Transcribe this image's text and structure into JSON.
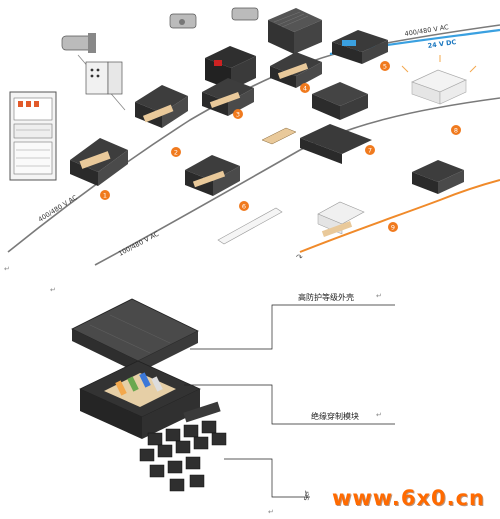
{
  "top_diagram": {
    "cable_labels": {
      "ac_main": "400/480 V AC",
      "ac_lower": "100/480 V AC",
      "ac_upper": "400/480 V AC",
      "dc": "24 V DC"
    },
    "markers": [
      "1",
      "2",
      "3",
      "4",
      "5",
      "6",
      "7",
      "8",
      "9"
    ],
    "colors": {
      "marker": "#f07a1e",
      "dc_cable": "#3aa0e0",
      "orange_cable": "#f08a2a",
      "ac_cable": "#6a6a6a"
    }
  },
  "bottom_diagram": {
    "callouts": {
      "housing": "高防护等级外壳",
      "module": "绝缘穿制模块"
    },
    "small_mark": "Ser",
    "watermark": "www.6x0.cn"
  },
  "para_mark": "↵"
}
